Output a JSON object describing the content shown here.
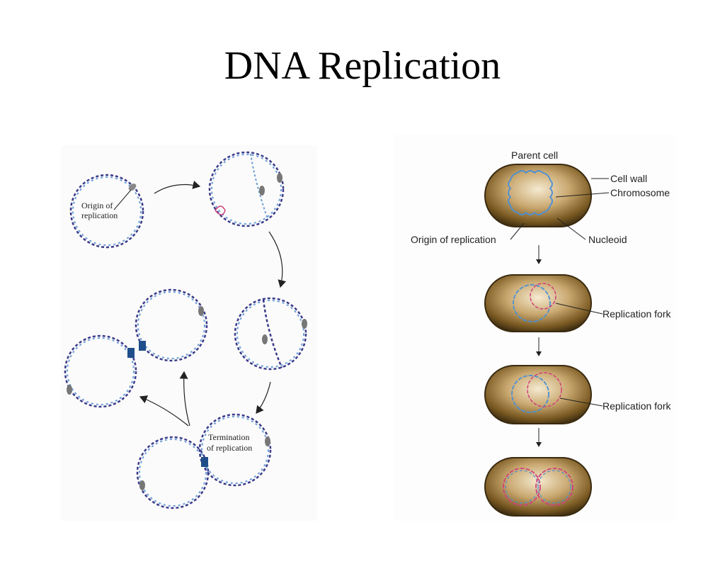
{
  "title": "DNA Replication",
  "left_diagram": {
    "origin_label_line1": "Origin of",
    "origin_label_line2": "replication",
    "termination_label_line1": "Termination",
    "termination_label_line2": "of replication"
  },
  "right_diagram": {
    "parent_cell": "Parent cell",
    "cell_wall": "Cell wall",
    "chromosome": "Chromosome",
    "origin_of_replication": "Origin of replication",
    "nucleoid": "Nucleoid",
    "replication_fork_1": "Replication fork",
    "replication_fork_2": "Replication fork"
  },
  "colors": {
    "dna_strand_a": "#3a3a8a",
    "dna_strand_b": "#6a9ed6",
    "new_strand": "#d0407a",
    "cell_body": "#8a6a2e",
    "cell_highlight": "#f5ead0"
  }
}
